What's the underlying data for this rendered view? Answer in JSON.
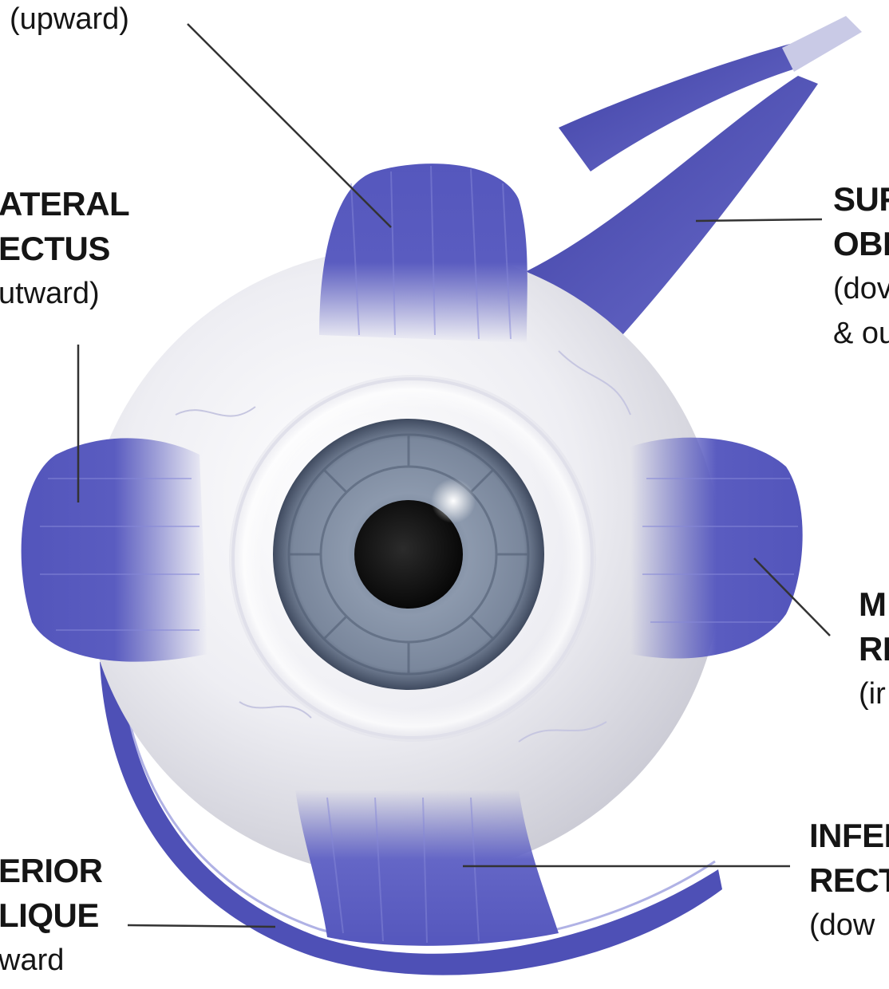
{
  "diagram": {
    "colors": {
      "muscle": "#5a5cc0",
      "muscle_dark": "#3f3fa3",
      "sclera": "#eeeef2",
      "iris": "#7d8aa0",
      "pupil": "#111111",
      "leader_line": "#333333",
      "text": "#151515"
    },
    "labels": {
      "superior_rectus": {
        "action": "(upward)"
      },
      "lateral_rectus": {
        "name_1": "ATERAL",
        "name_2": "ECTUS",
        "action": "utward)"
      },
      "superior_oblique": {
        "name_1": "SUF",
        "name_2": "OBL",
        "action_1": "(dov",
        "action_2": "& ou"
      },
      "medial_rectus": {
        "name_1": "M",
        "name_2": "RI",
        "action": "(ir"
      },
      "inferior_rectus": {
        "name_1": "INFEI",
        "name_2": "RECT",
        "action": "(dow"
      },
      "inferior_oblique": {
        "name_1": "ERIOR",
        "name_2": "LIQUE",
        "action": "ward"
      }
    }
  }
}
